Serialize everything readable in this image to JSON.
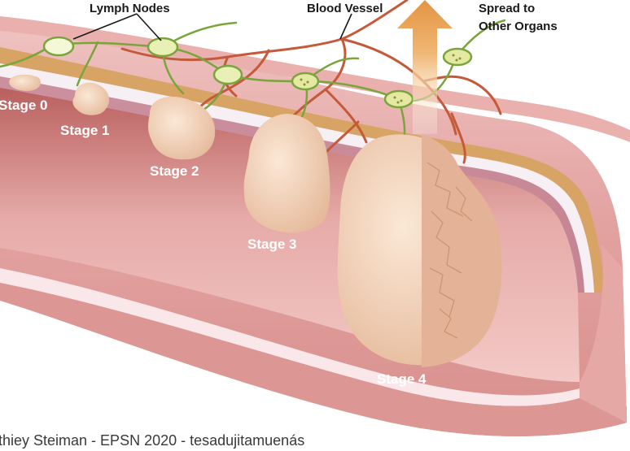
{
  "labels": {
    "lymph_nodes": "Lymph Nodes",
    "blood_vessel": "Blood Vessel",
    "spread_line1": "Spread to",
    "spread_line2": "Other Organs"
  },
  "stages": [
    "Stage 0",
    "Stage 1",
    "Stage 2",
    "Stage 3",
    "Stage 4"
  ],
  "caption": "thiey Steiman - EPSN 2020 - tesadujitamuenás",
  "colors": {
    "wall": "#e7a9a7",
    "wall_dark": "#c97675",
    "inner": "#d48a89",
    "muscle": "#d9a567",
    "vessel": "#c55a3a",
    "lymph": "#7aa43c",
    "node": "#e9f0b6",
    "tumor": "#f1d2b6",
    "arrow": "#e8a25a"
  }
}
